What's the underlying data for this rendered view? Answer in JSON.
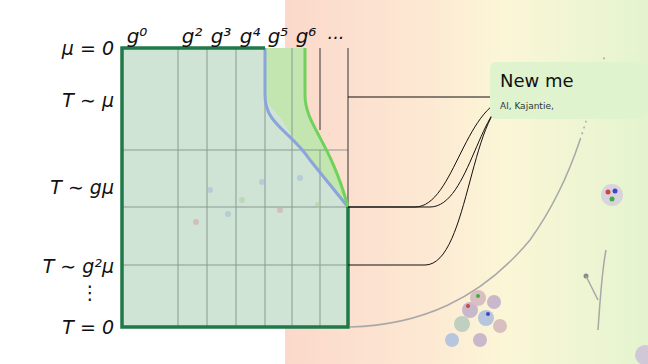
{
  "diagram": {
    "nodes": [
      {
        "text": [
          "New me",
          "Al, Kajantie,"
        ]
      }
    ],
    "labels": [
      "g⁰",
      "g²",
      "g³",
      "g⁴",
      "g⁵",
      "g⁶",
      "···",
      "μ = 0",
      "T ∼ μ",
      "T ∼ gμ",
      "T ∼ g²μ",
      "⋮",
      "T = 0"
    ]
  }
}
